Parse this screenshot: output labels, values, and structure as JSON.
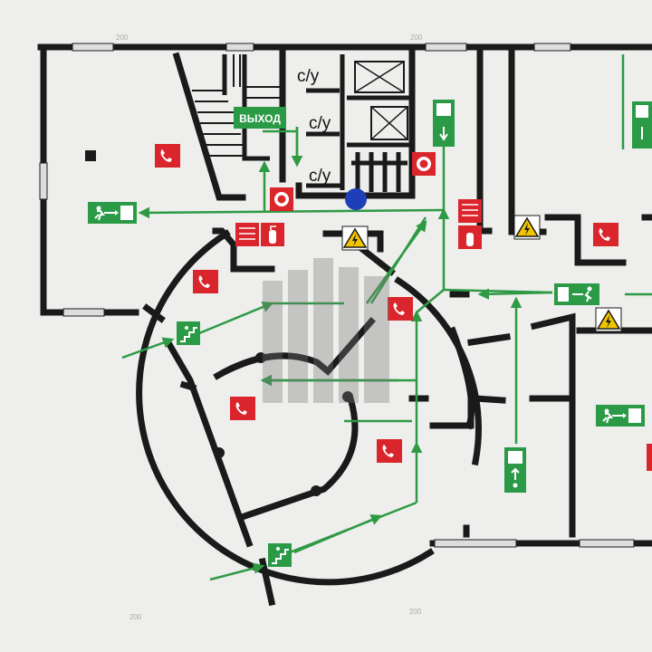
{
  "colors": {
    "wall": "#1a1a1a",
    "route": "#2e9a44",
    "exit_sign": "#2a9a46",
    "fire_sign": "#d9252b",
    "warning_sign": "#f2c500",
    "you_are_here": "#1f3fb8",
    "background": "#eeeeec"
  },
  "labels": {
    "toilet_1": "с/у",
    "toilet_2": "с/у",
    "toilet_3": "с/у",
    "exit": "ВЫХОД"
  },
  "dimensions": {
    "top_1": "200",
    "top_2": "200",
    "bottom_1": "200",
    "bottom_2": "200"
  },
  "icons": {
    "phone": "fire-phone-icon",
    "hose": "fire-hose-icon",
    "extinguisher": "fire-extinguisher-icon",
    "alarm": "fire-alarm-button-icon",
    "exit_running": "exit-running-man-icon",
    "high_voltage": "high-voltage-warning-icon",
    "you_are_here": "you-are-here-marker-icon"
  }
}
